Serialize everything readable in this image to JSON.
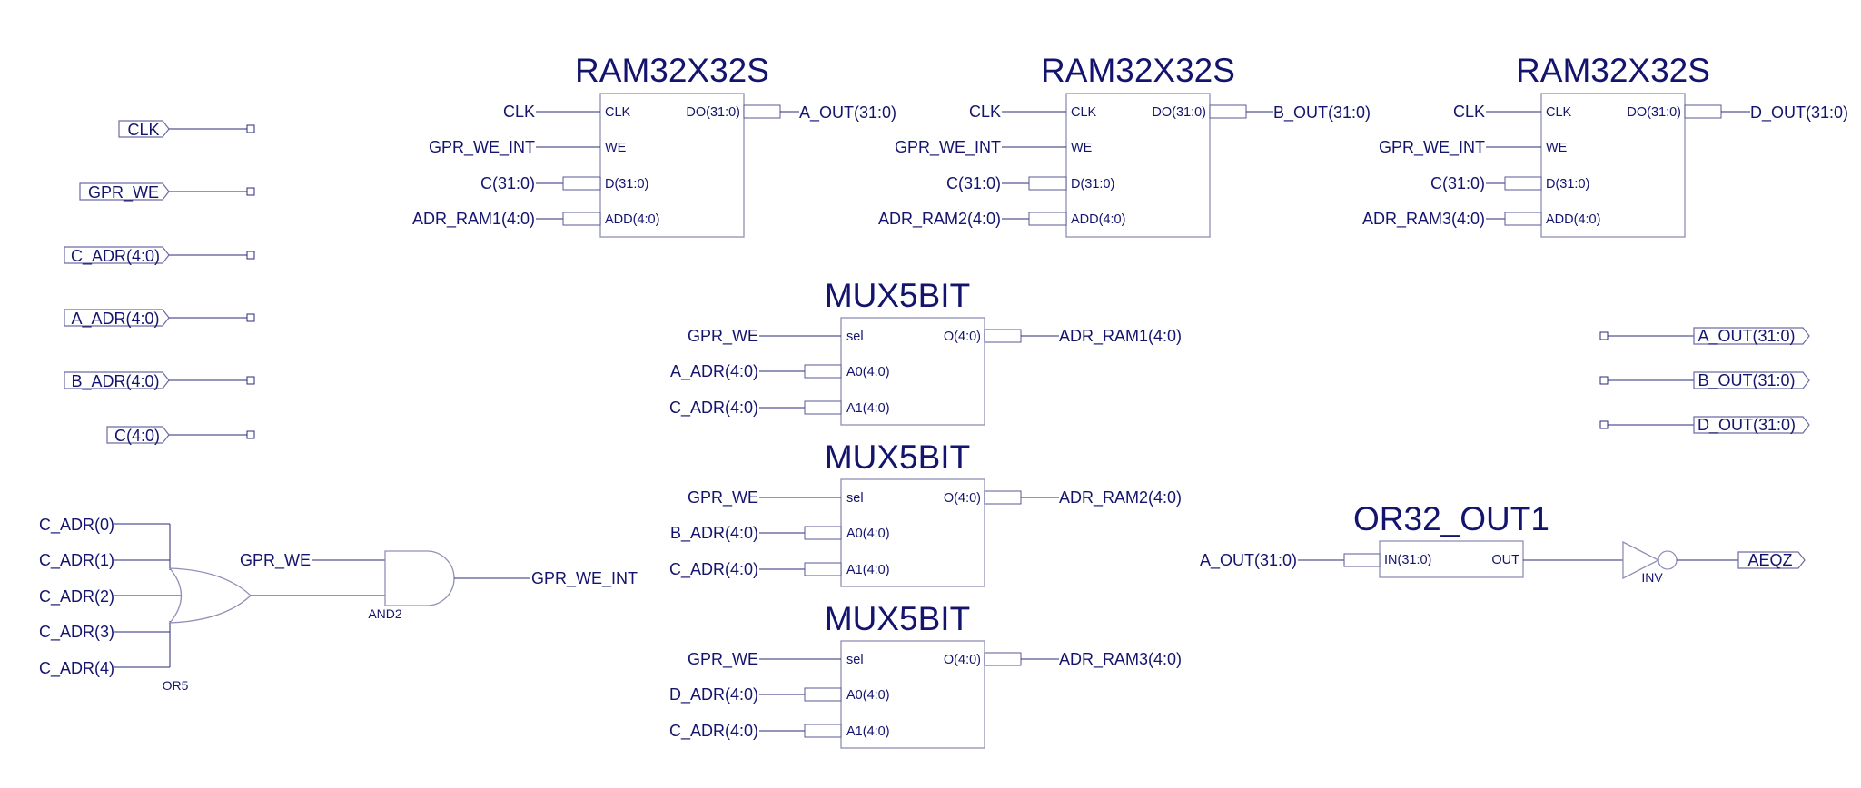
{
  "ram_blocks": [
    {
      "title": "RAM32X32S",
      "in_clk": "CLK",
      "in_we": "GPR_WE_INT",
      "in_data": "C(31:0)",
      "in_addr": "ADR_RAM1(4:0)",
      "pin_clk": "CLK",
      "pin_we": "WE",
      "pin_d": "D(31:0)",
      "pin_add": "ADD(4:0)",
      "pin_do": "DO(31:0)",
      "out": "A_OUT(31:0)"
    },
    {
      "title": "RAM32X32S",
      "in_clk": "CLK",
      "in_we": "GPR_WE_INT",
      "in_data": "C(31:0)",
      "in_addr": "ADR_RAM2(4:0)",
      "pin_clk": "CLK",
      "pin_we": "WE",
      "pin_d": "D(31:0)",
      "pin_add": "ADD(4:0)",
      "pin_do": "DO(31:0)",
      "out": "B_OUT(31:0)"
    },
    {
      "title": "RAM32X32S",
      "in_clk": "CLK",
      "in_we": "GPR_WE_INT",
      "in_data": "C(31:0)",
      "in_addr": "ADR_RAM3(4:0)",
      "pin_clk": "CLK",
      "pin_we": "WE",
      "pin_d": "D(31:0)",
      "pin_add": "ADD(4:0)",
      "pin_do": "DO(31:0)",
      "out": "D_OUT(31:0)"
    }
  ],
  "mux_blocks": [
    {
      "title": "MUX5BIT",
      "in_sel": "GPR_WE",
      "in_a0": "A_ADR(4:0)",
      "in_a1": "C_ADR(4:0)",
      "pin_sel": "sel",
      "pin_a0": "A0(4:0)",
      "pin_a1": "A1(4:0)",
      "pin_o": "O(4:0)",
      "out": "ADR_RAM1(4:0)"
    },
    {
      "title": "MUX5BIT",
      "in_sel": "GPR_WE",
      "in_a0": "B_ADR(4:0)",
      "in_a1": "C_ADR(4:0)",
      "pin_sel": "sel",
      "pin_a0": "A0(4:0)",
      "pin_a1": "A1(4:0)",
      "pin_o": "O(4:0)",
      "out": "ADR_RAM2(4:0)"
    },
    {
      "title": "MUX5BIT",
      "in_sel": "GPR_WE",
      "in_a0": "D_ADR(4:0)",
      "in_a1": "C_ADR(4:0)",
      "pin_sel": "sel",
      "pin_a0": "A0(4:0)",
      "pin_a1": "A1(4:0)",
      "pin_o": "O(4:0)",
      "out": "ADR_RAM3(4:0)"
    }
  ],
  "input_ports": [
    "CLK",
    "GPR_WE",
    "C_ADR(4:0)",
    "A_ADR(4:0)",
    "B_ADR(4:0)",
    "C(4:0)"
  ],
  "output_ports": [
    "A_OUT(31:0)",
    "B_OUT(31:0)",
    "D_OUT(31:0)"
  ],
  "or_gate": {
    "inputs": [
      "C_ADR(0)",
      "C_ADR(1)",
      "C_ADR(2)",
      "C_ADR(3)",
      "C_ADR(4)"
    ],
    "label": "OR5"
  },
  "and_gate": {
    "input": "GPR_WE",
    "label": "AND2",
    "output": "GPR_WE_INT"
  },
  "or32": {
    "title": "OR32_OUT1",
    "in": "A_OUT(31:0)",
    "pin_in": "IN(31:0)",
    "pin_out": "OUT"
  },
  "inverter": {
    "label": "INV",
    "output": "AEQZ"
  }
}
